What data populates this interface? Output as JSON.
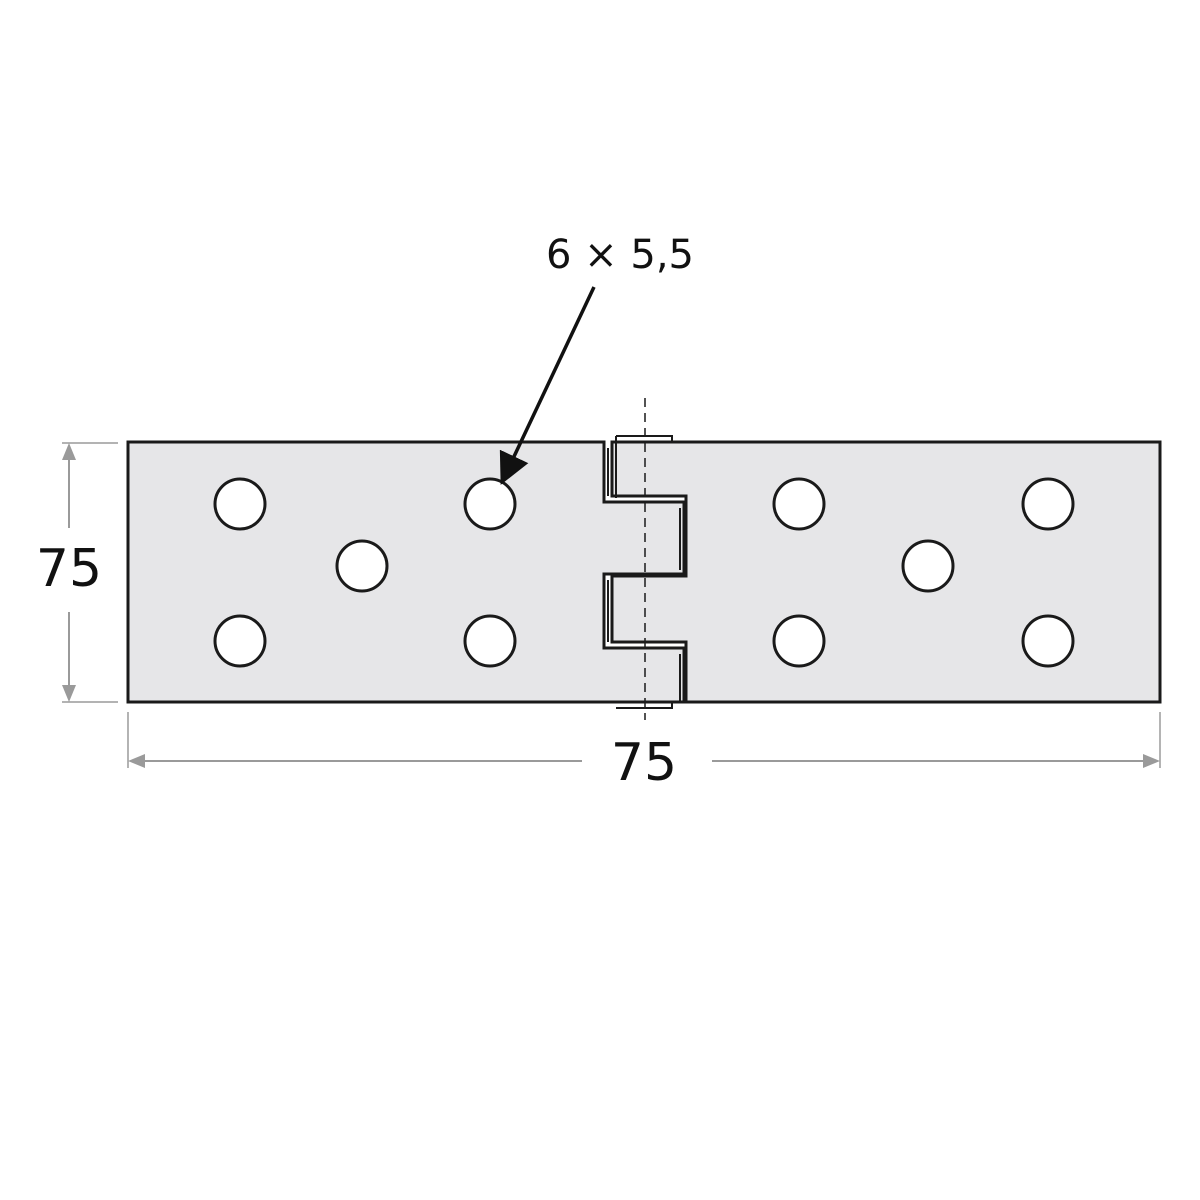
{
  "drawing": {
    "callout_label": "6 × 5,5",
    "height_dimension": "75",
    "width_dimension": "75"
  },
  "colors": {
    "plate_fill": "#e6e6e8",
    "outline": "#1a1a1a",
    "dimension_line": "#9a9a9a",
    "hole_fill": "#ffffff"
  }
}
